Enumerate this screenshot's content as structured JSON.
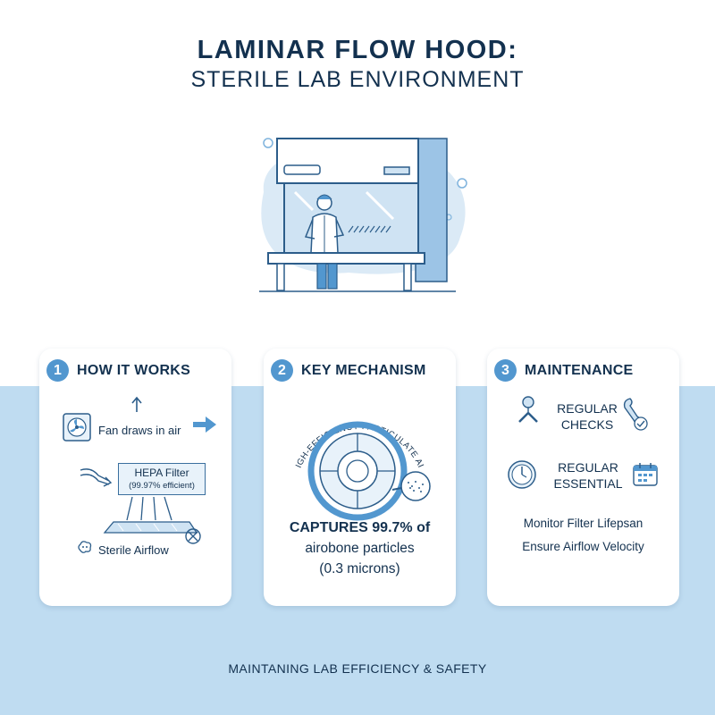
{
  "header": {
    "title_line1": "LAMINAR FLOW HOOD:",
    "title_line2": "STERILE LAB ENVIRONMENT"
  },
  "hero": {
    "icon": "laminar-flow-hood-illustration"
  },
  "cards": [
    {
      "number": "1",
      "title": "HOW IT WORKS",
      "fan_label": "Fan draws in air",
      "hepa_label": "HEPA Filter",
      "hepa_efficiency": "(99.97% efficient)",
      "airflow_label": "Sterile Airflow",
      "icons": [
        "fan-icon",
        "arrow-up-icon",
        "arrow-right-icon",
        "squiggle-arrow-icon",
        "particle-icon",
        "no-symbol-icon"
      ]
    },
    {
      "number": "2",
      "title": "KEY MECHANISM",
      "arc_text": "HIGH-EFFICIENCY PARTICULATE AIR",
      "captures_line1": "CAPTURES 99.7% of",
      "captures_line2": "airobone particles",
      "captures_line3": "(0.3 microns)",
      "icons": [
        "filter-target-icon",
        "magnifier-icon"
      ]
    },
    {
      "number": "3",
      "title": "MAINTENANCE",
      "regular_checks_line1": "REGULAR",
      "regular_checks_line2": "CHECKS",
      "regular_essential_line1": "REGULAR",
      "regular_essential_line2": "ESSENTIAL",
      "monitor_text": "Monitor Filter Lifepsan",
      "ensure_text": "Ensure Airflow Velocity",
      "icons": [
        "tools-icon",
        "wrench-check-icon",
        "gauge-icon",
        "calendar-icon"
      ]
    }
  ],
  "footer": {
    "text": "MAINTANING LAB EFFICIENCY & SAFETY"
  },
  "colors": {
    "navy": "#13314f",
    "accent": "#5297cf",
    "band": "#bfdcf1",
    "light": "#e8f2fa"
  }
}
